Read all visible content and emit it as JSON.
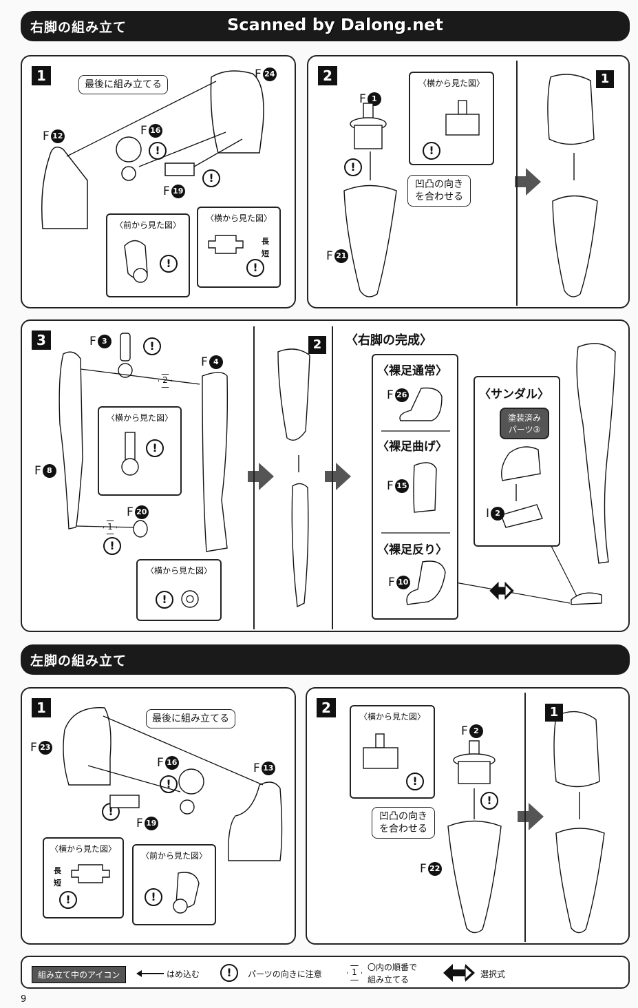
{
  "header_right": {
    "title": "右脚の組み立て",
    "scan_credit": "Scanned by Dalong.net"
  },
  "header_left": {
    "title": "左脚の組み立て"
  },
  "right_step1": {
    "num": "1",
    "note_last": "最後に組み立てる",
    "part_f24": "F",
    "part_f24_num": "24",
    "part_f12": "F",
    "part_f12_num": "12",
    "part_f16": "F",
    "part_f16_num": "16",
    "part_f19": "F",
    "part_f19_num": "19",
    "front_view": "〈前から見た図〉",
    "side_view": "〈横から見た図〉",
    "long": "長",
    "short": "短"
  },
  "right_step2": {
    "num": "2",
    "part_f1": "F",
    "part_f1_num": "1",
    "part_f21": "F",
    "part_f21_num": "21",
    "side_view": "〈横から見た図〉",
    "align_line1": "凹凸の向き",
    "align_line2": "を合わせる",
    "ref_num": "1"
  },
  "right_step3": {
    "num": "3",
    "part_f3": "F",
    "part_f3_num": "3",
    "part_f4": "F",
    "part_f4_num": "4",
    "part_f8": "F",
    "part_f8_num": "8",
    "part_f20": "F",
    "part_f20_num": "20",
    "side_view_a": "〈横から見た図〉",
    "side_view_b": "〈横から見た図〉",
    "order_2": "2",
    "order_1": "1",
    "ref_num": "2"
  },
  "completion": {
    "title": "〈右脚の完成〉",
    "normal": "〈裸足通常〉",
    "normal_part": "F",
    "normal_num": "26",
    "bent": "〈裸足曲げ〉",
    "bent_part": "F",
    "bent_num": "15",
    "arched": "〈裸足反り〉",
    "arched_part": "F",
    "arched_num": "10",
    "sandal": "〈サンダル〉",
    "painted_line1": "塗装済み",
    "painted_line2": "パーツ③",
    "sandal_part": "I",
    "sandal_num": "2"
  },
  "left_step1": {
    "num": "1",
    "note_last": "最後に組み立てる",
    "part_f23": "F",
    "part_f23_num": "23",
    "part_f16": "F",
    "part_f16_num": "16",
    "part_f13": "F",
    "part_f13_num": "13",
    "part_f19": "F",
    "part_f19_num": "19",
    "side_view": "〈横から見た図〉",
    "front_view": "〈前から見た図〉",
    "long": "長",
    "short": "短"
  },
  "left_step2": {
    "num": "2",
    "side_view": "〈横から見た図〉",
    "part_f2": "F",
    "part_f2_num": "2",
    "part_f22": "F",
    "part_f22_num": "22",
    "align_line1": "凹凸の向き",
    "align_line2": "を合わせる",
    "ref_num": "1"
  },
  "legend": {
    "badge": "組み立て中のアイコン",
    "press_in": "はめ込む",
    "orientation": "パーツの向きに注意",
    "order_line1": "〇内の順番で",
    "order_line2": "組み立てる",
    "order_sample": "1",
    "selectable": "選択式"
  },
  "page_number": "9",
  "warn_mark": "!"
}
